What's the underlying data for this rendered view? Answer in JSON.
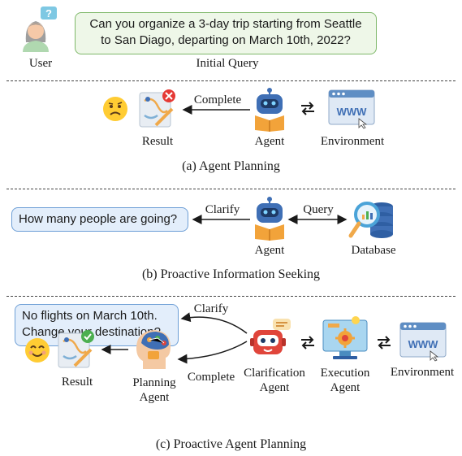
{
  "header": {
    "user_label": "User",
    "query_text_line1": "Can you organize a 3-day trip starting from Seattle",
    "query_text_line2": "to San Diago, departing on March 10th, 2022?",
    "query_caption": "Initial Query"
  },
  "panel_a": {
    "arrow_label": "Complete",
    "result_label": "Result",
    "agent_label": "Agent",
    "environment_label": "Environment",
    "environment_screen_text": "WWW",
    "caption": "(a) Agent Planning"
  },
  "panel_b": {
    "question": "How many people are going?",
    "clarify_label": "Clarify",
    "query_label": "Query",
    "agent_label": "Agent",
    "database_label": "Database",
    "caption": "(b) Proactive Information Seeking"
  },
  "panel_c": {
    "message_line1": "No flights on March 10th.",
    "message_line2": "Change your destination?",
    "clarify_label": "Clarify",
    "complete_label": "Complete",
    "result_label": "Result",
    "planning_label_line1": "Planning",
    "planning_label_line2": "Agent",
    "clar_label_line1": "Clarification",
    "clar_label_line2": "Agent",
    "exec_label_line1": "Execution",
    "exec_label_line2": "Agent",
    "environment_label": "Environment",
    "environment_screen_text": "WWW",
    "caption": "(c) Proactive Agent Planning"
  },
  "colors": {
    "green_bubble": "#eef7e8",
    "blue_bubble": "#e3eefb",
    "robot_blue": "#3f6fb5",
    "robot_red": "#e0453b",
    "success_green": "#4caf50",
    "error_red": "#e53935"
  }
}
